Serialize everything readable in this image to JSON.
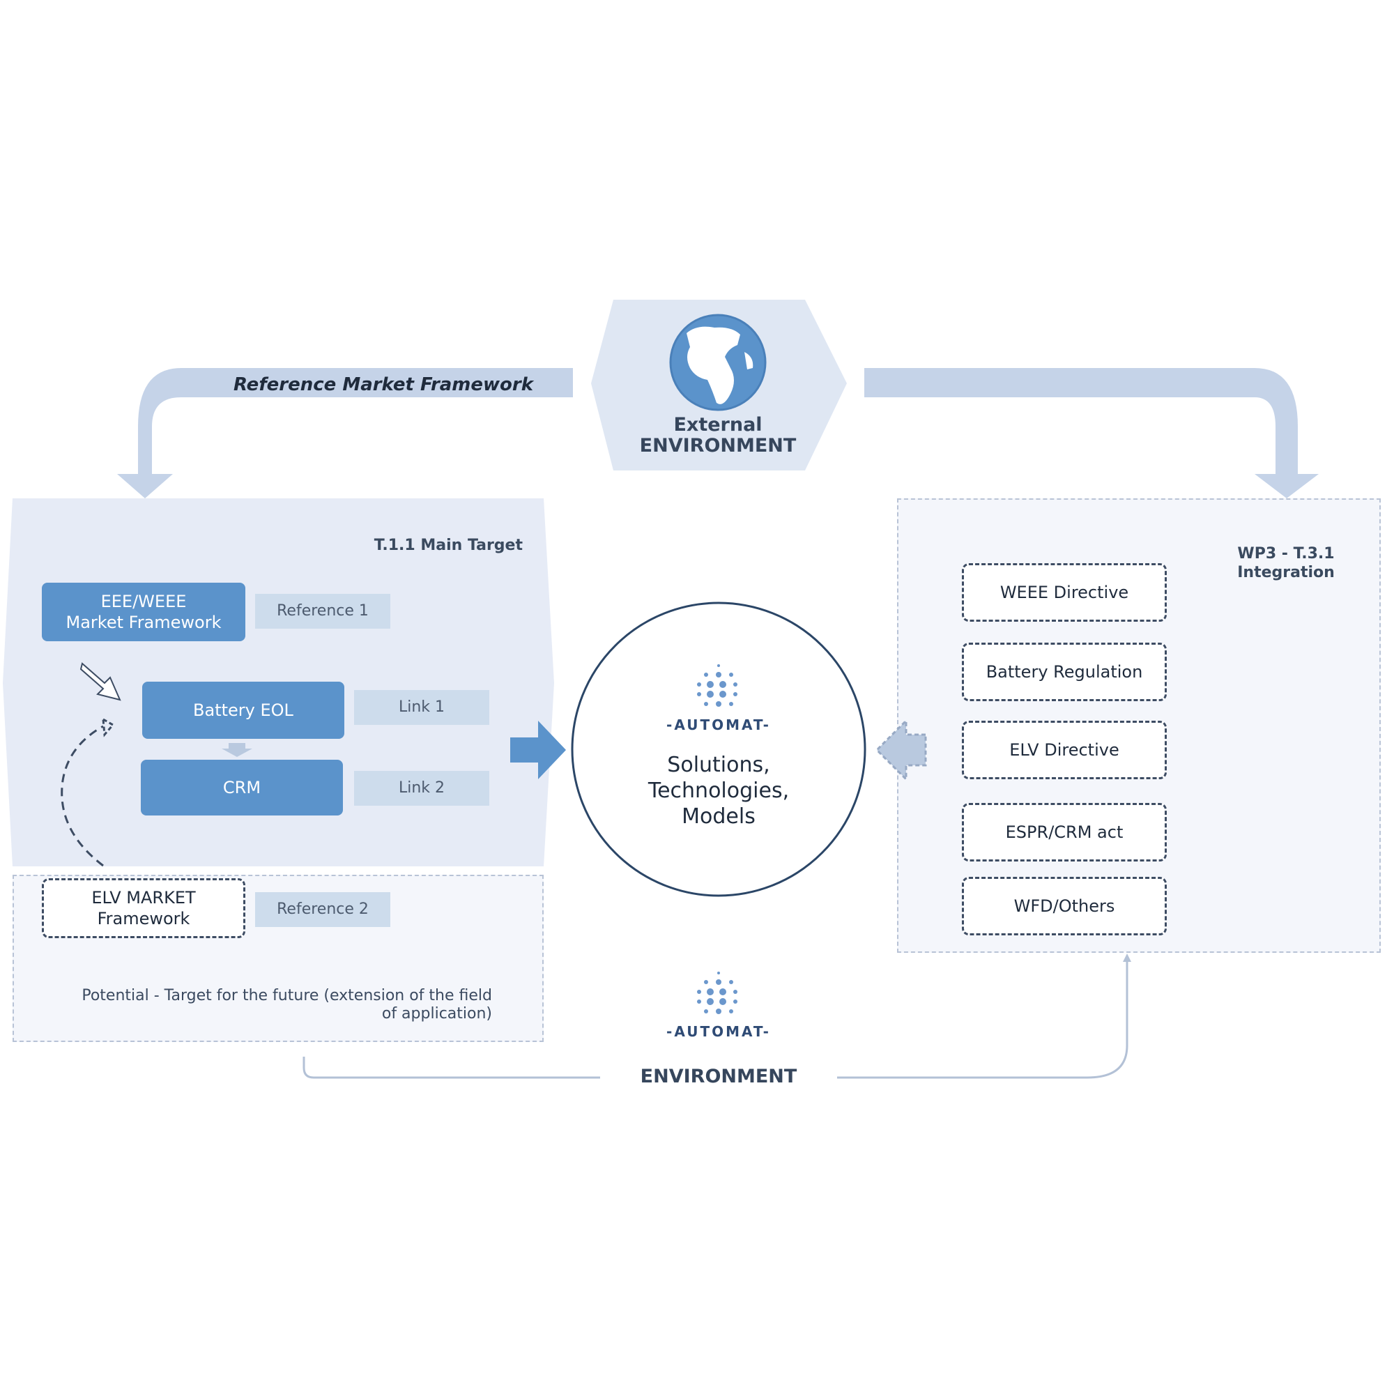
{
  "external_environment": {
    "line1": "External",
    "line2": "ENVIRONMENT",
    "icon": "globe-icon"
  },
  "reference_market_framework": "Reference Market Framework",
  "main_target": {
    "title": "T.1.1 Main Target",
    "eee_weee_line1": "EEE/WEEE",
    "eee_weee_line2": "Market Framework",
    "reference_1": "Reference 1",
    "battery_eol": "Battery EOL",
    "link_1": "Link 1",
    "crm": "CRM",
    "link_2": "Link 2"
  },
  "potential": {
    "elv_line1": "ELV MARKET",
    "elv_line2": "Framework",
    "reference_2": "Reference 2",
    "description_line1": "Potential - Target for the future (extension of the field",
    "description_line2": "of application)"
  },
  "center": {
    "brand": "-AUTOMAT-",
    "line1": "Solutions,",
    "line2": "Technologies,",
    "line3": "Models"
  },
  "integration": {
    "title_line1": "WP3 - T.3.1",
    "title_line2": "Integration",
    "items": [
      "WEEE Directive",
      "Battery Regulation",
      "ELV Directive",
      "ESPR/CRM act",
      "WFD/Others"
    ]
  },
  "bottom": {
    "brand": "-AUTOMAT-",
    "environment": "ENVIRONMENT"
  },
  "colors": {
    "primary_blue": "#5b93cb",
    "light_blue": "#cddcec",
    "arrow_blue": "#c5d3e8",
    "dark_text": "#1f2b3c"
  }
}
